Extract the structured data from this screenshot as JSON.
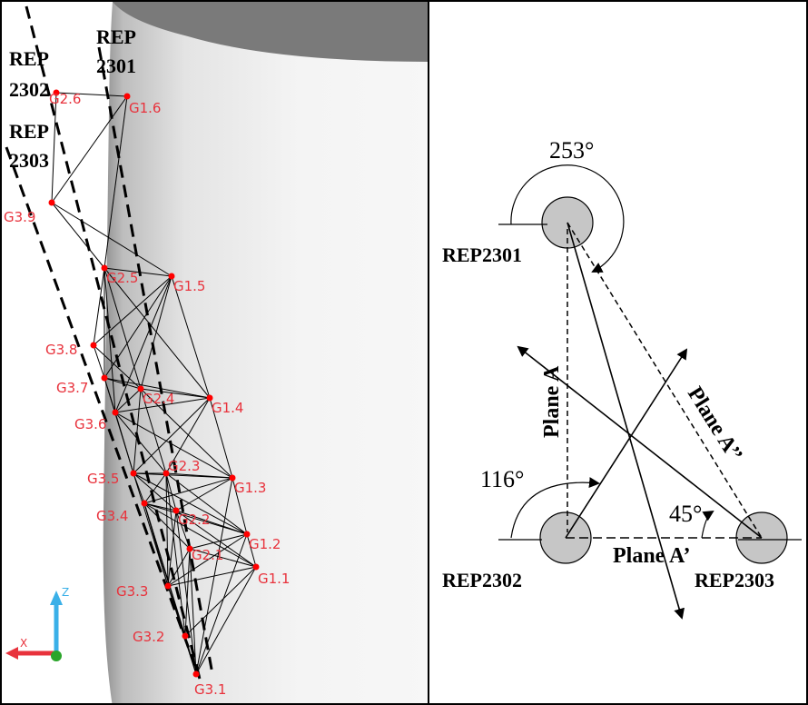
{
  "left": {
    "rep_labels": [
      {
        "line1": "REP",
        "line2": "2301"
      },
      {
        "line1": "REP",
        "line2": "2302"
      },
      {
        "line1": "REP",
        "line2": "2303"
      }
    ],
    "points": [
      "G1.1",
      "G1.2",
      "G1.3",
      "G1.4",
      "G1.5",
      "G1.6",
      "G2.1",
      "G2.2",
      "G2.3",
      "G2.4",
      "G2.5",
      "G2.6",
      "G3.1",
      "G3.2",
      "G3.3",
      "G3.4",
      "G3.5",
      "G3.6",
      "G3.7",
      "G3.8",
      "G3.9"
    ],
    "axes": {
      "x": "X",
      "z": "Z"
    }
  },
  "right": {
    "sensors": [
      "REP2301",
      "REP2302",
      "REP2303"
    ],
    "angles": [
      "253°",
      "116°",
      "45°"
    ],
    "planes": [
      "Plane A",
      "Plane A’",
      "Plane A’’"
    ]
  },
  "colors": {
    "point": "#e8323c",
    "node": "#ff0000",
    "sensor_fill": "#c6c6c6"
  }
}
